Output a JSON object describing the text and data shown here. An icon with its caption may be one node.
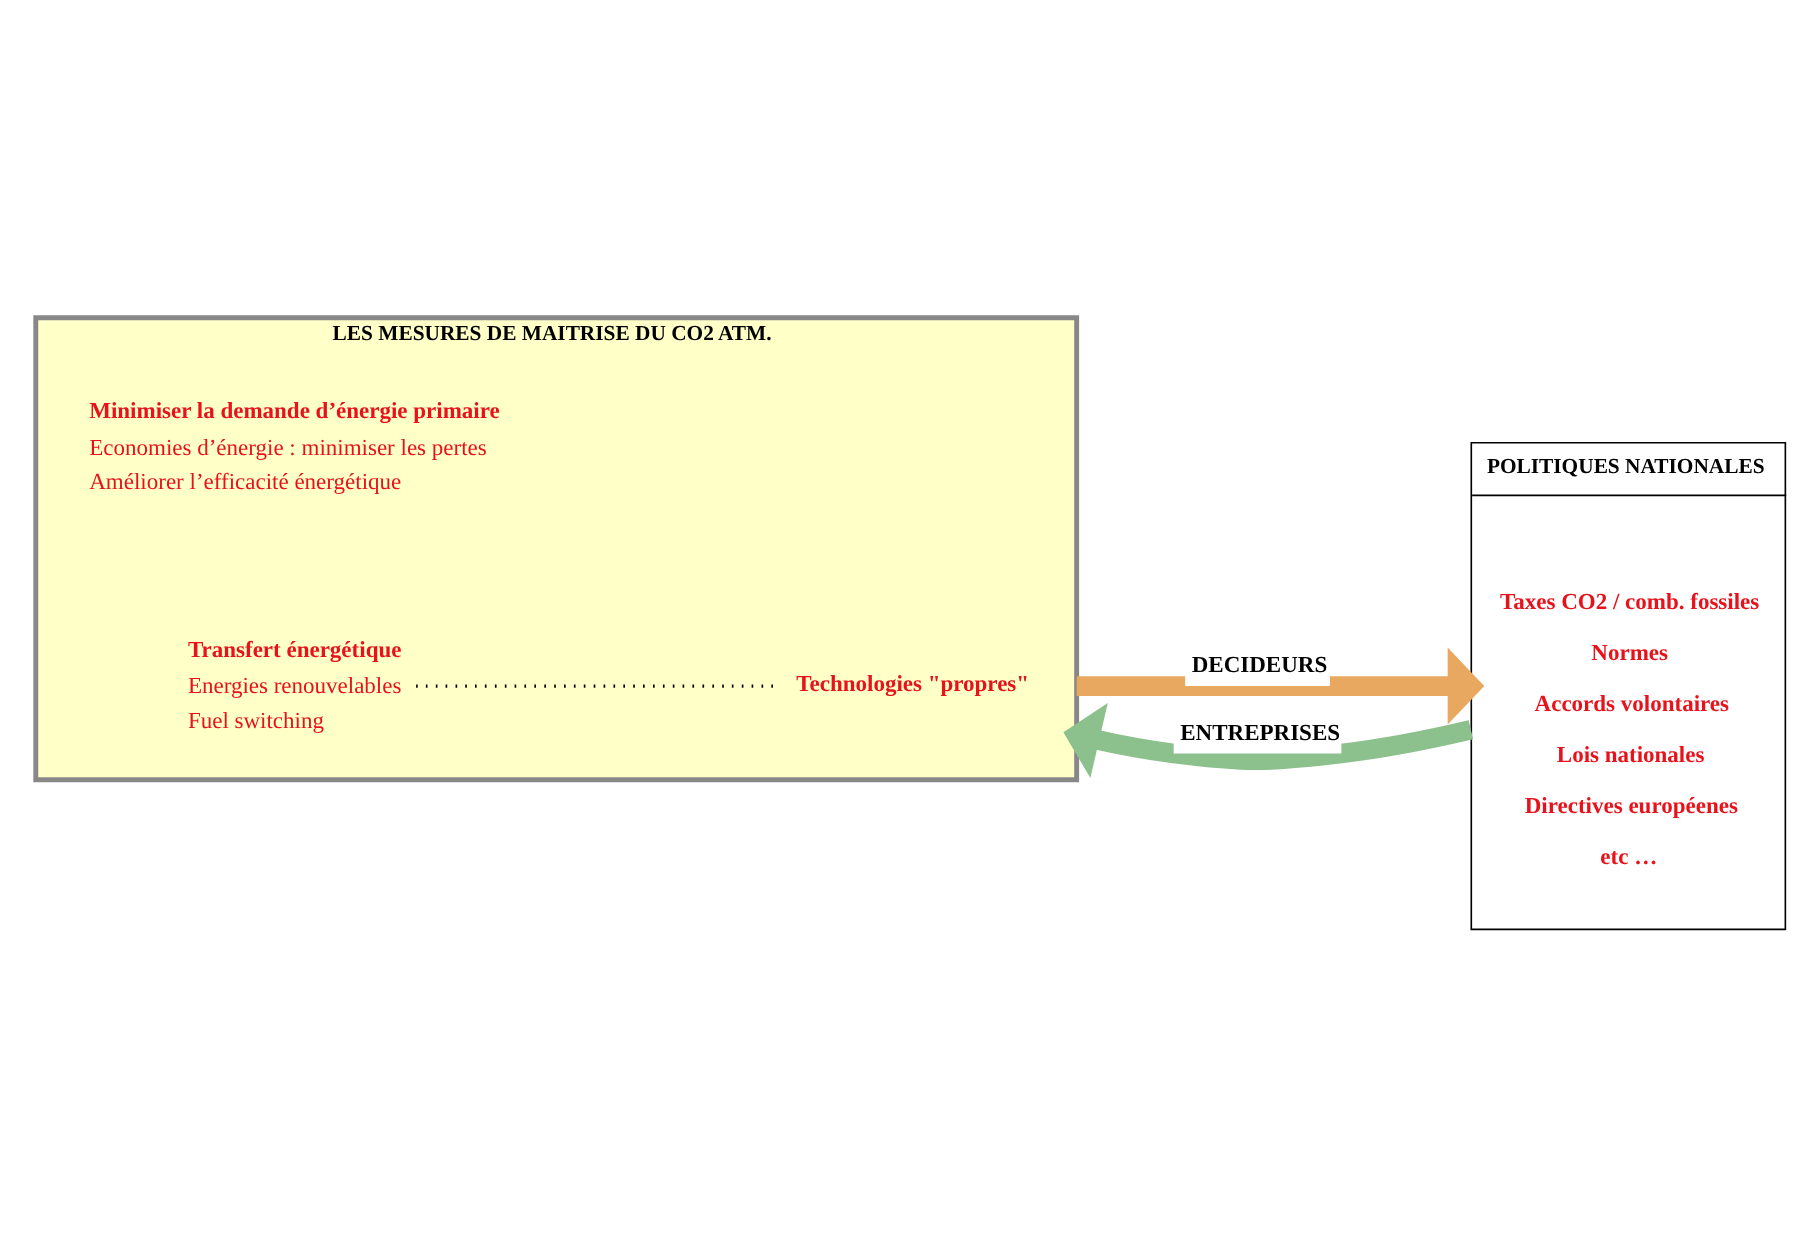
{
  "diagram": {
    "nodes": [
      {
        "text": [
          "LES MESURES DE MAITRISE DU CO2 ATM."
        ]
      },
      {
        "text": [
          "Minimiser la demande d’énergie primaire",
          "Economies d’énergie : minimiser les pertes",
          "Améliorer l’efficacité énergétique"
        ],
        "in": 0
      },
      {
        "text": [
          "Transfert énergétique",
          "Energies renouvelables",
          "Fuel switching"
        ],
        "in": 0
      },
      {
        "text": [
          "Technologies \"propres\""
        ],
        "in": 0
      },
      {
        "text": [
          "POLITIQUES NATIONALES",
          "Taxes CO2 / comb. fossiles",
          "Normes",
          "Accords volontaires",
          "Lois nationales",
          "Directives européenes",
          "etc …"
        ]
      }
    ],
    "edges": [
      {
        "from": 2,
        "to": 3,
        "arrow": "none",
        "style": "dashed",
        "color": "#000000"
      },
      {
        "from": 0,
        "to": 4,
        "arrow": "to",
        "label": "DECIDEURS",
        "color": "#e8a860"
      },
      {
        "from": 4,
        "to": 0,
        "arrow": "to",
        "label": "ENTREPRISES",
        "color": "#8cc08c"
      }
    ]
  }
}
